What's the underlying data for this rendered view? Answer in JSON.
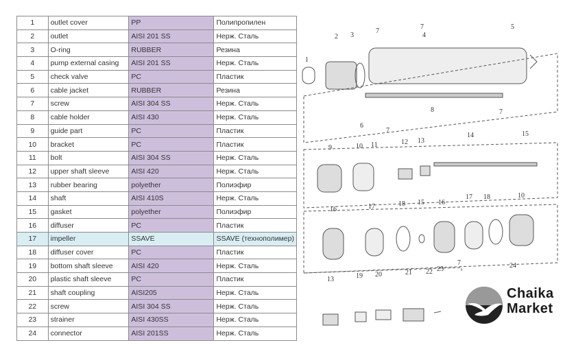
{
  "parts": [
    {
      "no": "1",
      "name": "outlet cover",
      "material": "PP",
      "material_ru": "Полипропилен"
    },
    {
      "no": "2",
      "name": "outlet",
      "material": "AISI 201 SS",
      "material_ru": "Нерж. Сталь"
    },
    {
      "no": "3",
      "name": "O-ring",
      "material": "RUBBER",
      "material_ru": "Резина"
    },
    {
      "no": "4",
      "name": "pump external casing",
      "material": "AISI 201 SS",
      "material_ru": "Нерж. Сталь"
    },
    {
      "no": "5",
      "name": "check valve",
      "material": "PC",
      "material_ru": "Пластик"
    },
    {
      "no": "6",
      "name": "cable jacket",
      "material": "RUBBER",
      "material_ru": "Резина"
    },
    {
      "no": "7",
      "name": "screw",
      "material": "AISI 304 SS",
      "material_ru": "Нерж. Сталь"
    },
    {
      "no": "8",
      "name": "cable holder",
      "material": "AISI 430",
      "material_ru": "Нерж. Сталь"
    },
    {
      "no": "9",
      "name": "guide part",
      "material": "PC",
      "material_ru": "Пластик"
    },
    {
      "no": "10",
      "name": "bracket",
      "material": "PC",
      "material_ru": "Пластик"
    },
    {
      "no": "11",
      "name": "bolt",
      "material": "AISI 304 SS",
      "material_ru": "Нерж. Сталь"
    },
    {
      "no": "12",
      "name": "upper shaft sleeve",
      "material": "AISI 420",
      "material_ru": "Нерж. Сталь"
    },
    {
      "no": "13",
      "name": "rubber bearing",
      "material": "polyether",
      "material_ru": "Полиэфир"
    },
    {
      "no": "14",
      "name": "shaft",
      "material": "AISI 410S",
      "material_ru": "Нерж. Сталь"
    },
    {
      "no": "15",
      "name": "gasket",
      "material": "polyether",
      "material_ru": "Полиэфир"
    },
    {
      "no": "16",
      "name": "diffuser",
      "material": "PC",
      "material_ru": "Пластик"
    },
    {
      "no": "17",
      "name": "impeller",
      "material": "SSAVE",
      "material_ru": "SSAVE (технополимер)"
    },
    {
      "no": "18",
      "name": "diffuser cover",
      "material": "PC",
      "material_ru": "Пластик"
    },
    {
      "no": "19",
      "name": "bottom shaft sleeve",
      "material": "AISI 420",
      "material_ru": "Нерж. Сталь"
    },
    {
      "no": "20",
      "name": "plastic shaft sleeve",
      "material": "PC",
      "material_ru": "Пластик"
    },
    {
      "no": "21",
      "name": "shaft coupling",
      "material": "AISI205",
      "material_ru": "Нерж. Сталь"
    },
    {
      "no": "22",
      "name": "screw",
      "material": "AISI 304 SS",
      "material_ru": "Нерж. Сталь"
    },
    {
      "no": "23",
      "name": "strainer",
      "material": "AISI 430SS",
      "material_ru": "Нерж. Сталь"
    },
    {
      "no": "24",
      "name": "connector",
      "material": "AISI 201SS",
      "material_ru": "Нерж. Сталь"
    }
  ],
  "highlight_row": "17",
  "diagram_labels": [
    "1",
    "2",
    "3",
    "7",
    "4",
    "7",
    "5",
    "6",
    "7",
    "8",
    "7",
    "9",
    "10",
    "11",
    "12",
    "13",
    "14",
    "15",
    "16",
    "17",
    "18",
    "15",
    "16",
    "17",
    "18",
    "10",
    "13",
    "19",
    "20",
    "21",
    "22",
    "23",
    "7",
    "24"
  ],
  "logo": {
    "line1": "Chaika",
    "line2": "Market"
  }
}
